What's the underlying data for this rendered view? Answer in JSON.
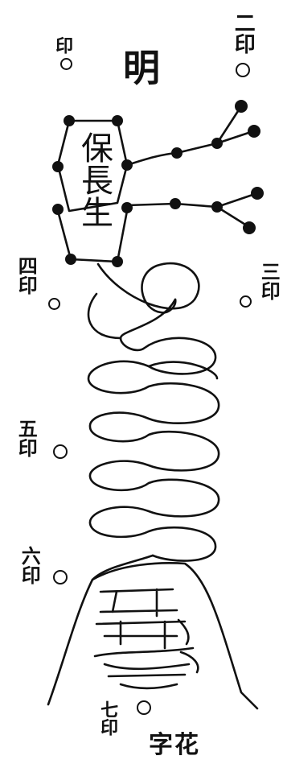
{
  "talisman": {
    "title": "明",
    "seal_labels": {
      "first": "印",
      "second": "二印",
      "third": "三印",
      "fourth": "四印",
      "fifth": "五印",
      "sixth": "六印",
      "seventh": "七印"
    },
    "box_text": "保長生",
    "footer_text": "字花",
    "ink_color": "#111111",
    "paper_color": "#ffffff"
  }
}
